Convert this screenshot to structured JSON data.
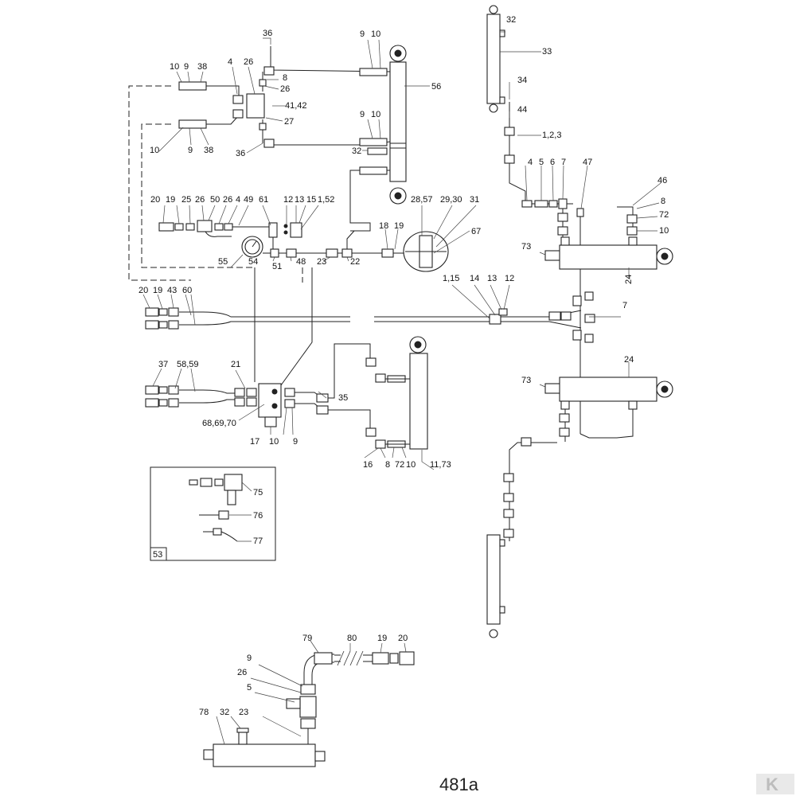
{
  "drawing_number": "481a",
  "brand_mark": "K",
  "callouts": {
    "c_36a": "36",
    "c_9a": "9",
    "c_10a": "10",
    "c_56": "56",
    "c_8a": "8",
    "c_26a": "26",
    "c_41_42": "41,42",
    "c_27": "27",
    "c_9b": "9",
    "c_10b": "10",
    "c_32a": "32",
    "c_36b": "36",
    "c_4a": "4",
    "c_26b": "26",
    "c_10c": "10",
    "c_9c": "9",
    "c_38a": "38",
    "c_10d": "10",
    "c_9d": "9",
    "c_38b": "38",
    "c_32b": "32",
    "c_33": "33",
    "c_34": "34",
    "c_44": "44",
    "c_1_2_3": "1,2,3",
    "c_4b": "4",
    "c_5a": "5",
    "c_6": "6",
    "c_7a": "7",
    "c_47": "47",
    "c_46": "46",
    "c_8b": "8",
    "c_72a": "72",
    "c_10e": "10",
    "c_73a": "73",
    "c_24a": "24",
    "c_20a": "20",
    "c_19a": "19",
    "c_25": "25",
    "c_26c": "26",
    "c_50": "50",
    "c_26d": "26",
    "c_4c": "4",
    "c_49": "49",
    "c_61": "61",
    "c_12a": "12",
    "c_13a": "13",
    "c_15": "15",
    "c_1_52": "1,52",
    "c_28_57": "28,57",
    "c_29_30": "29,30",
    "c_31": "31",
    "c_67": "67",
    "c_18": "18",
    "c_19b": "19",
    "c_55": "55",
    "c_54": "54",
    "c_51": "51",
    "c_48": "48",
    "c_23a": "23",
    "c_22": "22",
    "c_20b": "20",
    "c_19c": "19",
    "c_43": "43",
    "c_60": "60",
    "c_1_15": "1,15",
    "c_14": "14",
    "c_13b": "13",
    "c_12b": "12",
    "c_7b": "7",
    "c_37": "37",
    "c_58_59": "58,59",
    "c_21": "21",
    "c_35": "35",
    "c_68_69_70": "68,69,70",
    "c_17": "17",
    "c_10f": "10",
    "c_9e": "9",
    "c_16": "16",
    "c_8c": "8",
    "c_72b": "72",
    "c_10g": "10",
    "c_11_73": "11,73",
    "c_24b": "24",
    "c_73b": "73",
    "c_75": "75",
    "c_76": "76",
    "c_77": "77",
    "c_53": "53",
    "c_79": "79",
    "c_80": "80",
    "c_19d": "19",
    "c_20c": "20",
    "c_9f": "9",
    "c_26e": "26",
    "c_5b": "5",
    "c_78": "78",
    "c_32c": "32",
    "c_23b": "23"
  }
}
